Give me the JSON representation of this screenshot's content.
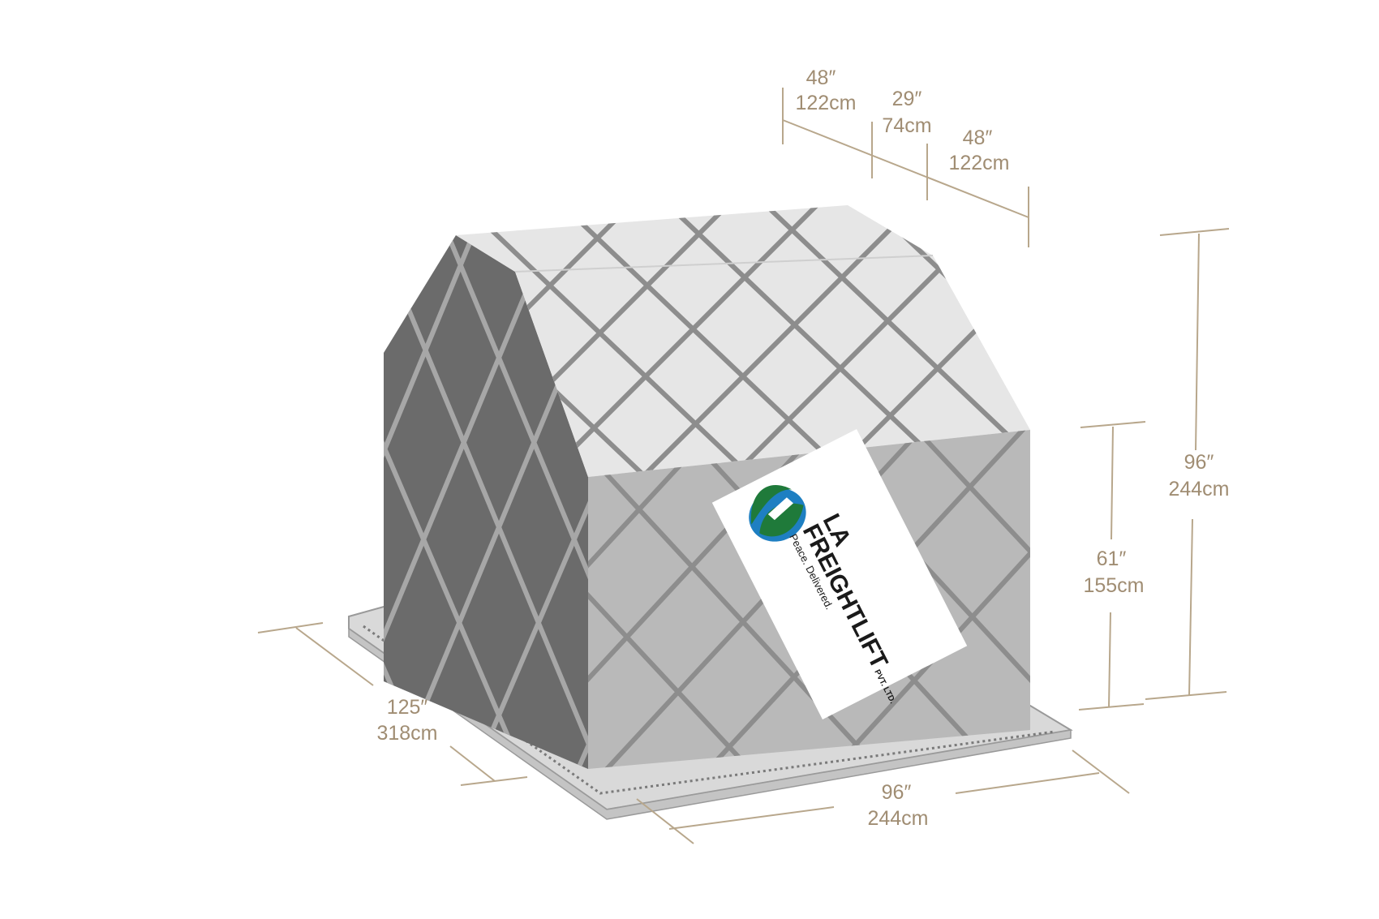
{
  "dimensions": {
    "top_left": {
      "inches": "48″",
      "cm": "122cm"
    },
    "top_middle": {
      "inches": "29″",
      "cm": "74cm"
    },
    "top_right": {
      "inches": "48″",
      "cm": "122cm"
    },
    "total_height": {
      "inches": "96″",
      "cm": "244cm"
    },
    "side_height": {
      "inches": "61″",
      "cm": "155cm"
    },
    "length": {
      "inches": "125″",
      "cm": "318cm"
    },
    "width": {
      "inches": "96″",
      "cm": "244cm"
    }
  },
  "logo": {
    "brand_line1": "LA",
    "brand_line2": "FREIGHTLIFT",
    "brand_suffix": "PVT. LTD.",
    "tagline": "Peace. Delivered."
  },
  "colors": {
    "dimension_text": "#a08d73",
    "top_face": "#e6e6e6",
    "front_face": "#b9b9b9",
    "side_face": "#6b6b6b",
    "logo_green": "#1f7a3a",
    "logo_blue": "#1e7fc2"
  }
}
